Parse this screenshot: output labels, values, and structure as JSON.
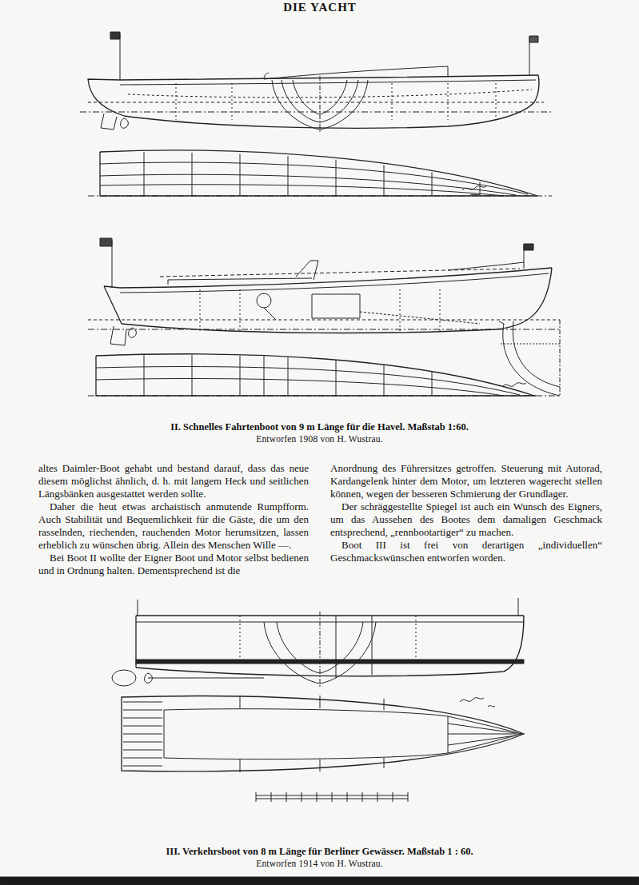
{
  "diagram": {
    "labels": [
      "DIE YACHT",
      "II. Schnelles Fahrtenboot von 9 m Länge für die Havel. Maßstab 1:60.",
      "Entworfen 1908 von H. Wustrau.",
      "altes Daimler-Boot gehabt und bestand darauf, dass das neue diesem möglichst ähnlich, d. h. mit langem Heck und seitlichen Längsbänken ausgestattet werden sollte.",
      "Daher die heut etwas archaistisch anmutende Rumpfform. Auch Stabilität und Bequemlichkeit für die Gäste, die um den rasselnden, riechenden, rauchenden Motor herumsitzen, lassen erheblich zu wünschen übrig. Allein des Menschen Wille —.",
      "Bei Boot II wollte der Eigner Boot und Motor selbst bedienen und in Ordnung halten. Dementsprechend ist die",
      "Anordnung des Führersitzes getroffen. Steuerung mit Autorad, Kardangelenk hinter dem Motor, um letzteren wagerecht stellen können, wegen der besseren Schmierung der Grundlager.",
      "Der schräggestellte Spiegel ist auch ein Wunsch des Eigners, um das Aussehen des Bootes dem damaligen Geschmack entsprechend, „rennbootartiger“ zu machen.",
      "Boot III ist frei von derartigen „individuellen“ Geschmackswünschen entworfen worden.",
      "III. Verkehrsboot von 8 m Länge für Berliner Gewässer. Maßstab 1 : 60.",
      "Entworfen 1914 von H. Wustrau."
    ]
  }
}
